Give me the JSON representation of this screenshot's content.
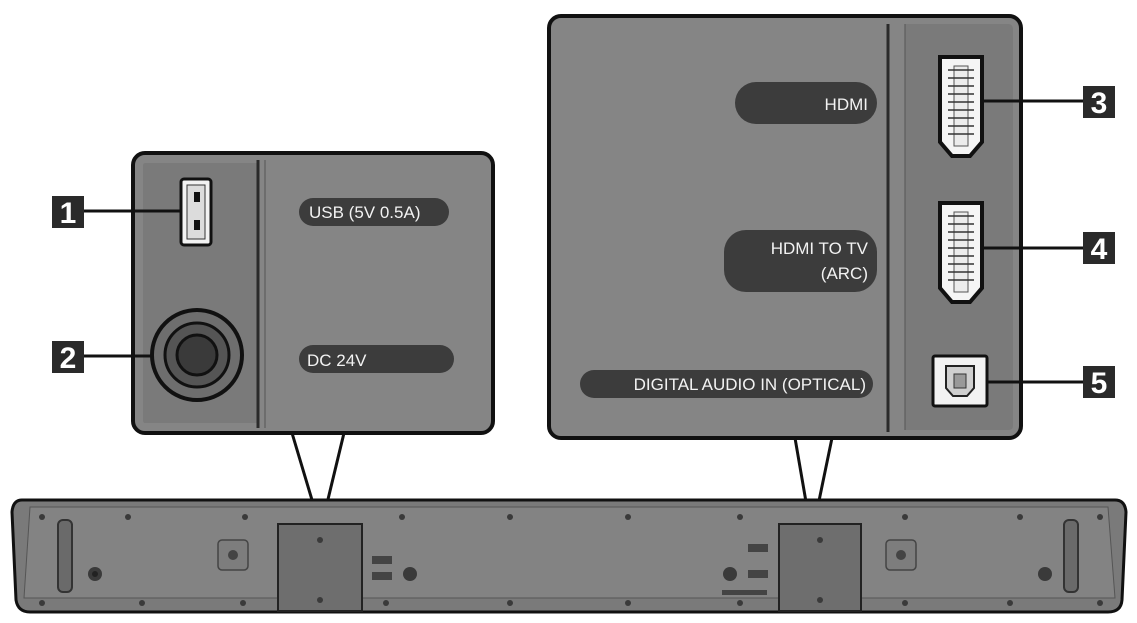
{
  "callouts": [
    {
      "number": "1",
      "port_label": "USB (5V 0.5A)"
    },
    {
      "number": "2",
      "port_label": "DC 24V"
    },
    {
      "number": "3",
      "port_label": "HDMI"
    },
    {
      "number": "4",
      "port_label_line1": "HDMI TO  TV",
      "port_label_line2": "(ARC)"
    },
    {
      "number": "5",
      "port_label": "DIGITAL AUDIO IN (OPTICAL)"
    }
  ],
  "colors": {
    "panel": "#858585",
    "panel_dark": "#6f6f6f",
    "outline": "#111111",
    "label_pill": "#3c3c3c",
    "number_box": "#2a2a2a",
    "soundbar": "#7a7a7a"
  }
}
